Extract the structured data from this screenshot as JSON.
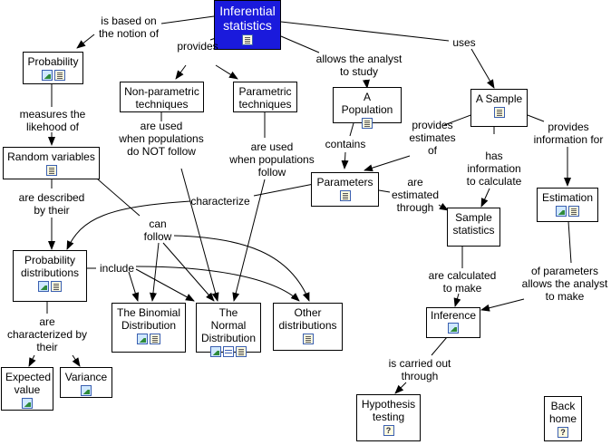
{
  "nodes": {
    "inferential": "Inferential\nstatistics",
    "probability": "Probability",
    "nonparam": "Non-parametric\ntechniques",
    "param": "Parametric\ntechniques",
    "population": "A Population",
    "sample": "A Sample",
    "random": "Random variables",
    "parameters": "Parameters",
    "estimation": "Estimation",
    "sample_stats": "Sample\nstatistics",
    "prob_dist": "Probability\ndistributions",
    "binomial": "The Binomial\nDistribution",
    "normal": "The Normal\nDistribution",
    "other": "Other\ndistributions",
    "inference": "Inference",
    "expected": "Expected\nvalue",
    "variance": "Variance",
    "hypothesis": "Hypothesis\ntesting",
    "back": "Back\nhome"
  },
  "links": {
    "is_based_on": "is based on\nthe notion of",
    "provides": "provides",
    "allows": "allows the analyst\nto study",
    "uses": "uses",
    "measures": "measures the\nlikehood of",
    "used_not": "are used\nwhen populations\ndo NOT follow",
    "used_follow": "are used\nwhen populations\nfollow",
    "contains": "contains",
    "provides_estimates": "provides\nestimates\nof",
    "has_info": "has\ninformation\nto calculate",
    "provides_info": "provides\ninformation for",
    "characterize": "characterize",
    "are_estimated": "are\nestimated\nthrough",
    "described_by": "are described\nby their",
    "can_follow": "can\nfollow",
    "include": "include",
    "calculated": "are calculated\nto make",
    "of_parameters": "of parameters\nallows the analyst\nto make",
    "characterized_by": "are\ncharacterized by\ntheir",
    "carried_out": "is carried out\nthrough"
  },
  "icons": {
    "doc": "document-icon",
    "image": "image-icon",
    "table": "table-icon",
    "question": "question-icon"
  },
  "colors": {
    "root_fill": "#1a1adc",
    "root_text": "#ffffff",
    "icon_border": "#3a5fb0"
  }
}
